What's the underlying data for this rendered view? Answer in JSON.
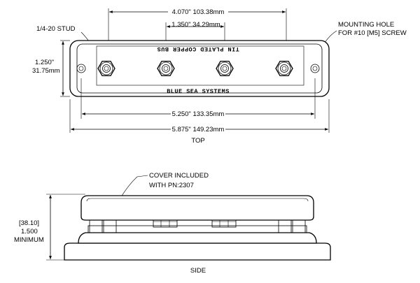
{
  "top_view": {
    "view_label": "TOP",
    "overall_stud_span": "4.070\"  103.38mm",
    "stud_pitch": "1.350\"  34.29mm",
    "stud_label": "1/4-20 STUD",
    "height_in": "1.250\"",
    "height_mm": "31.75mm",
    "hole_note_line1": "MOUNTING HOLE",
    "hole_note_line2": "FOR #10 [M5] SCREW",
    "hole_spacing": "5.250\"  133.35mm",
    "overall_length": "5.875\"  149.23mm",
    "plate_text": "TIN PLATED COPPER BUS",
    "brand_text": "BLUE SEA SYSTEMS"
  },
  "side_view": {
    "view_label": "SIDE",
    "cover_note_line1": "COVER INCLUDED",
    "cover_note_line2": "WITH PN:2307",
    "height_mm": "[38.10]",
    "height_in": "1.500",
    "height_qualifier": "MINIMUM"
  },
  "icons": {
    "stud": "hex-nut-icon",
    "mounting_hole": "circle-hole-icon"
  }
}
